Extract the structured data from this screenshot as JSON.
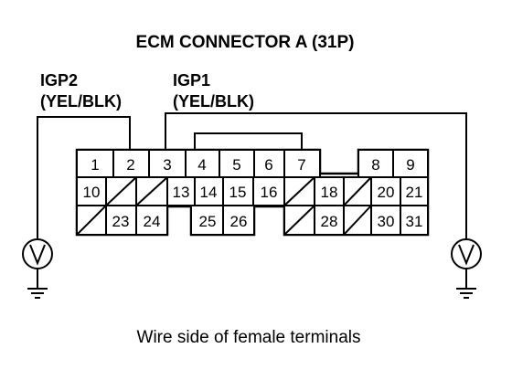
{
  "title": "ECM CONNECTOR A (31P)",
  "caption": "Wire side of female terminals",
  "wires": {
    "igp2": {
      "name": "IGP2",
      "color": "(YEL/BLK)"
    },
    "igp1": {
      "name": "IGP1",
      "color": "(YEL/BLK)"
    }
  },
  "pins": {
    "p1": "1",
    "p2": "2",
    "p3": "3",
    "p4": "4",
    "p5": "5",
    "p6": "6",
    "p7": "7",
    "p8": "8",
    "p9": "9",
    "p10": "10",
    "p13": "13",
    "p14": "14",
    "p15": "15",
    "p16": "16",
    "p18": "18",
    "p20": "20",
    "p21": "21",
    "p23": "23",
    "p24": "24",
    "p25": "25",
    "p26": "26",
    "p28": "28",
    "p30": "30",
    "p31": "31"
  }
}
